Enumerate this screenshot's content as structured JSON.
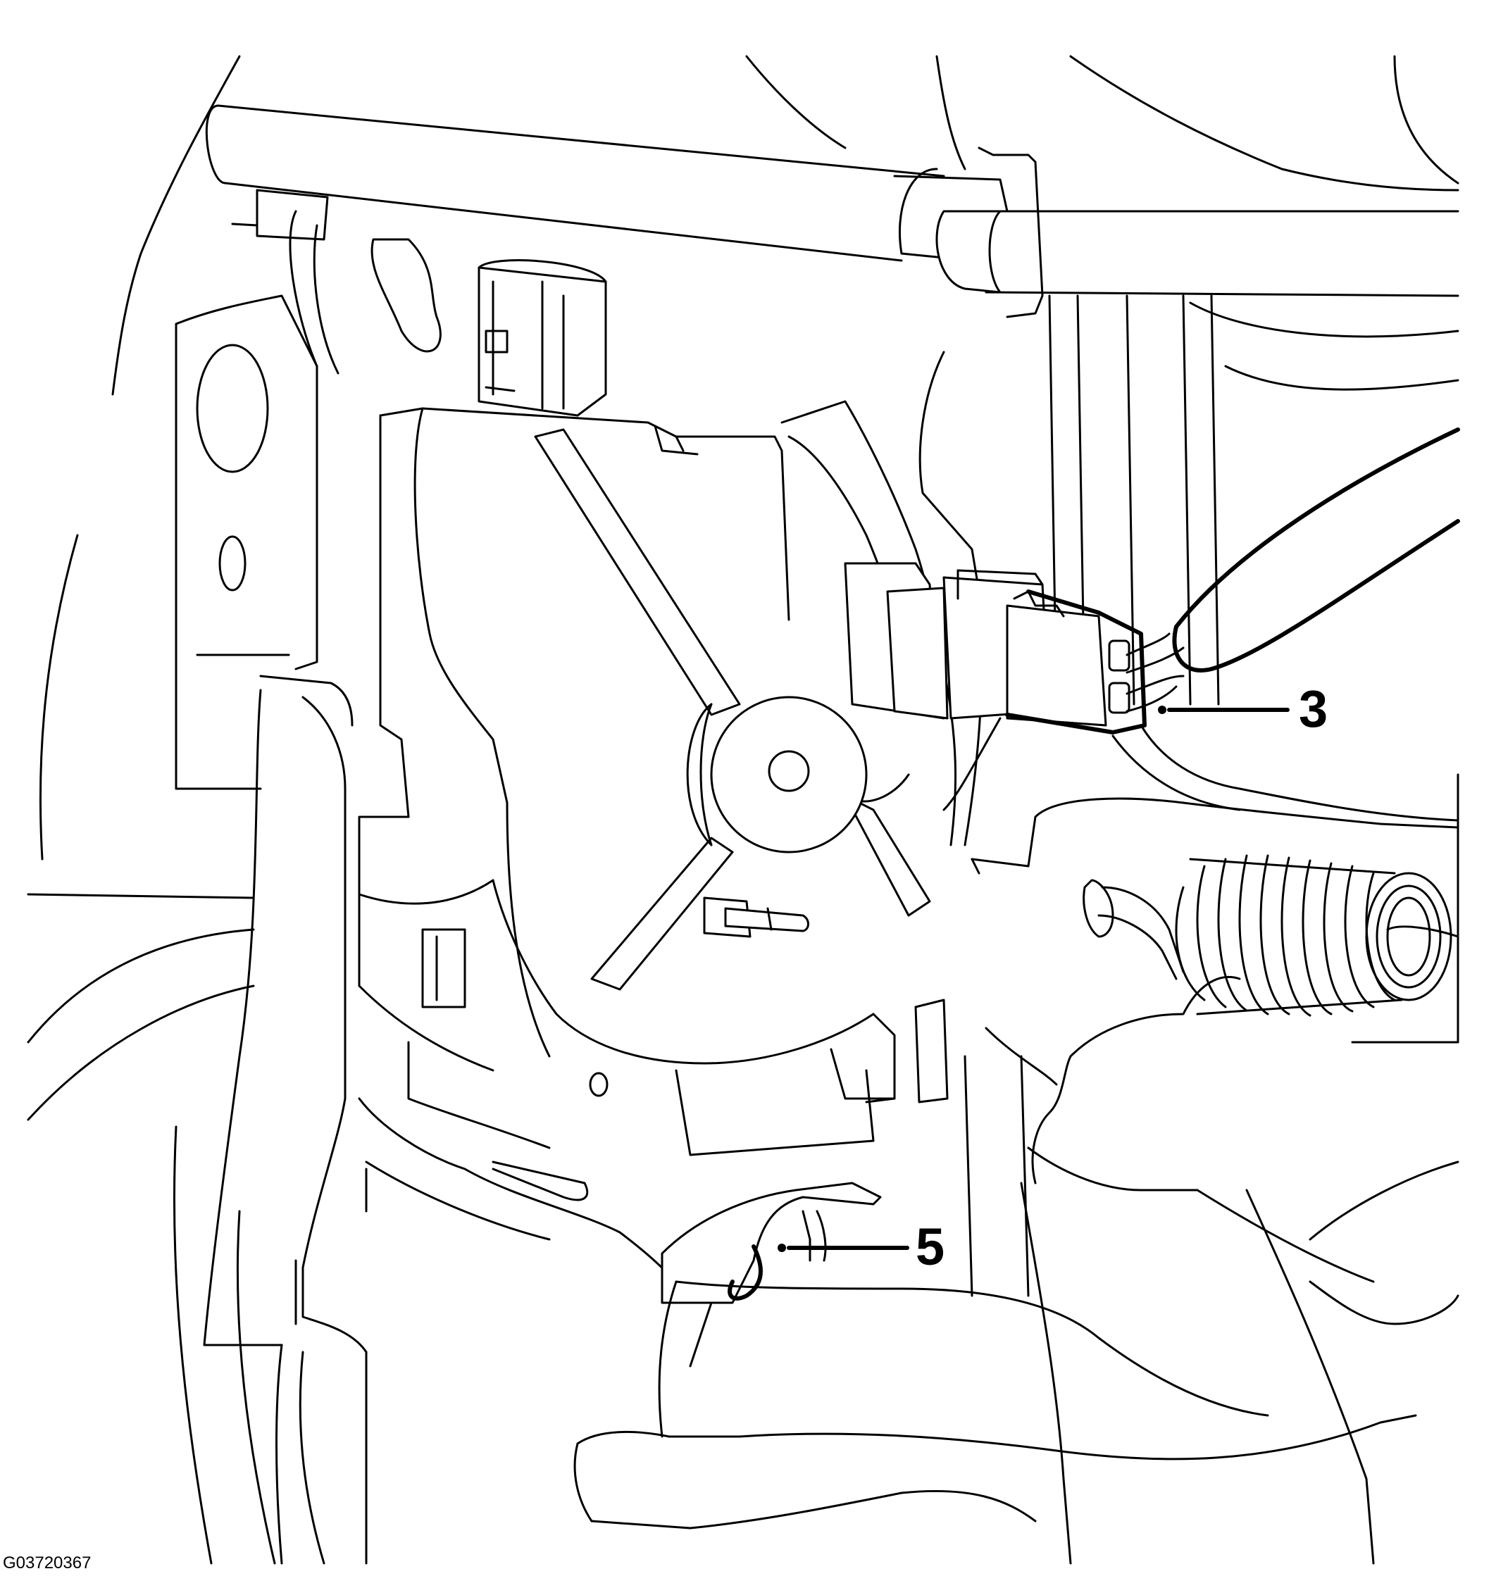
{
  "figure": {
    "id_label": "G03720367",
    "callouts": [
      {
        "number": "3",
        "target": "electrical-connector"
      },
      {
        "number": "5",
        "target": "retaining-clip"
      }
    ],
    "line_color": "#000000",
    "background_color": "#ffffff"
  }
}
